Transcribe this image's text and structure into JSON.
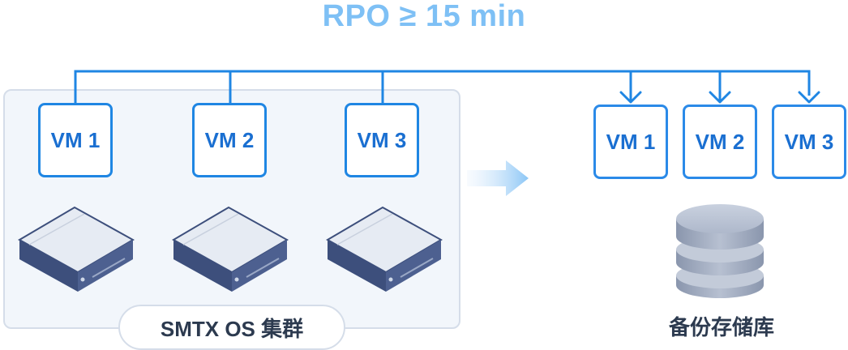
{
  "title": "RPO ≥ 15 min",
  "source_vms": [
    "VM 1",
    "VM 2",
    "VM 3"
  ],
  "target_vms": [
    "VM 1",
    "VM 2",
    "VM 3"
  ],
  "cluster_label": "SMTX OS 集群",
  "repository_label": "备份存储库",
  "colors": {
    "title": "#7ec0f5",
    "line": "#1f86e3",
    "vm_text": "#1a6fd1",
    "server_dark": "#3d4f7c",
    "server_light": "#e3e8f1",
    "cluster_bg": "#f2f6fb",
    "cylinder": "#9aa6bd"
  }
}
